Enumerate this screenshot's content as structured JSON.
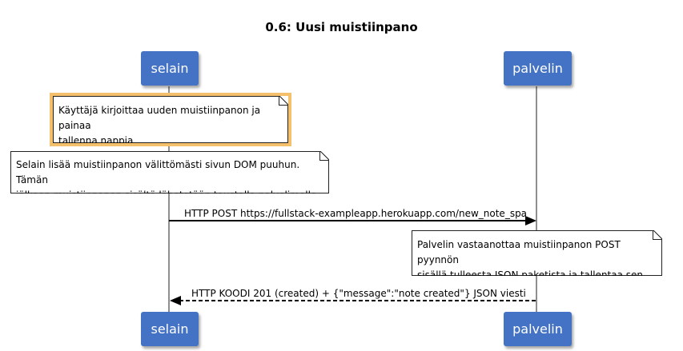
{
  "title": "0.6: Uusi muistiinpano",
  "actors": {
    "browser": "selain",
    "server": "palvelin"
  },
  "notes": {
    "user_action": [
      "Käyttäjä kirjoittaa uuden muistiinpanon ja painaa",
      "tallenna nappia"
    ],
    "browser_action": [
      "Selain lisää muistiinpanon välittömästi sivun DOM puuhun. Tämän",
      "jälkeen muistiinpanon sisältö lähetetään taustalla palvelimelle."
    ],
    "server_action": [
      "Palvelin vastaanottaa muistiinpanon POST pyynnön",
      "sisällä tulleesta JSON paketista ja tallentaa sen"
    ]
  },
  "messages": {
    "post": "HTTP POST https://fullstack-exampleapp.herokuapp.com/new_note_spa",
    "response": "HTTP KOODI 201 (created) + {\"message\":\"note created\"} JSON viesti"
  },
  "colors": {
    "actor_fill": "#4472c4",
    "highlight_border": "#f5c06b",
    "lifeline": "#8f8f8f"
  }
}
